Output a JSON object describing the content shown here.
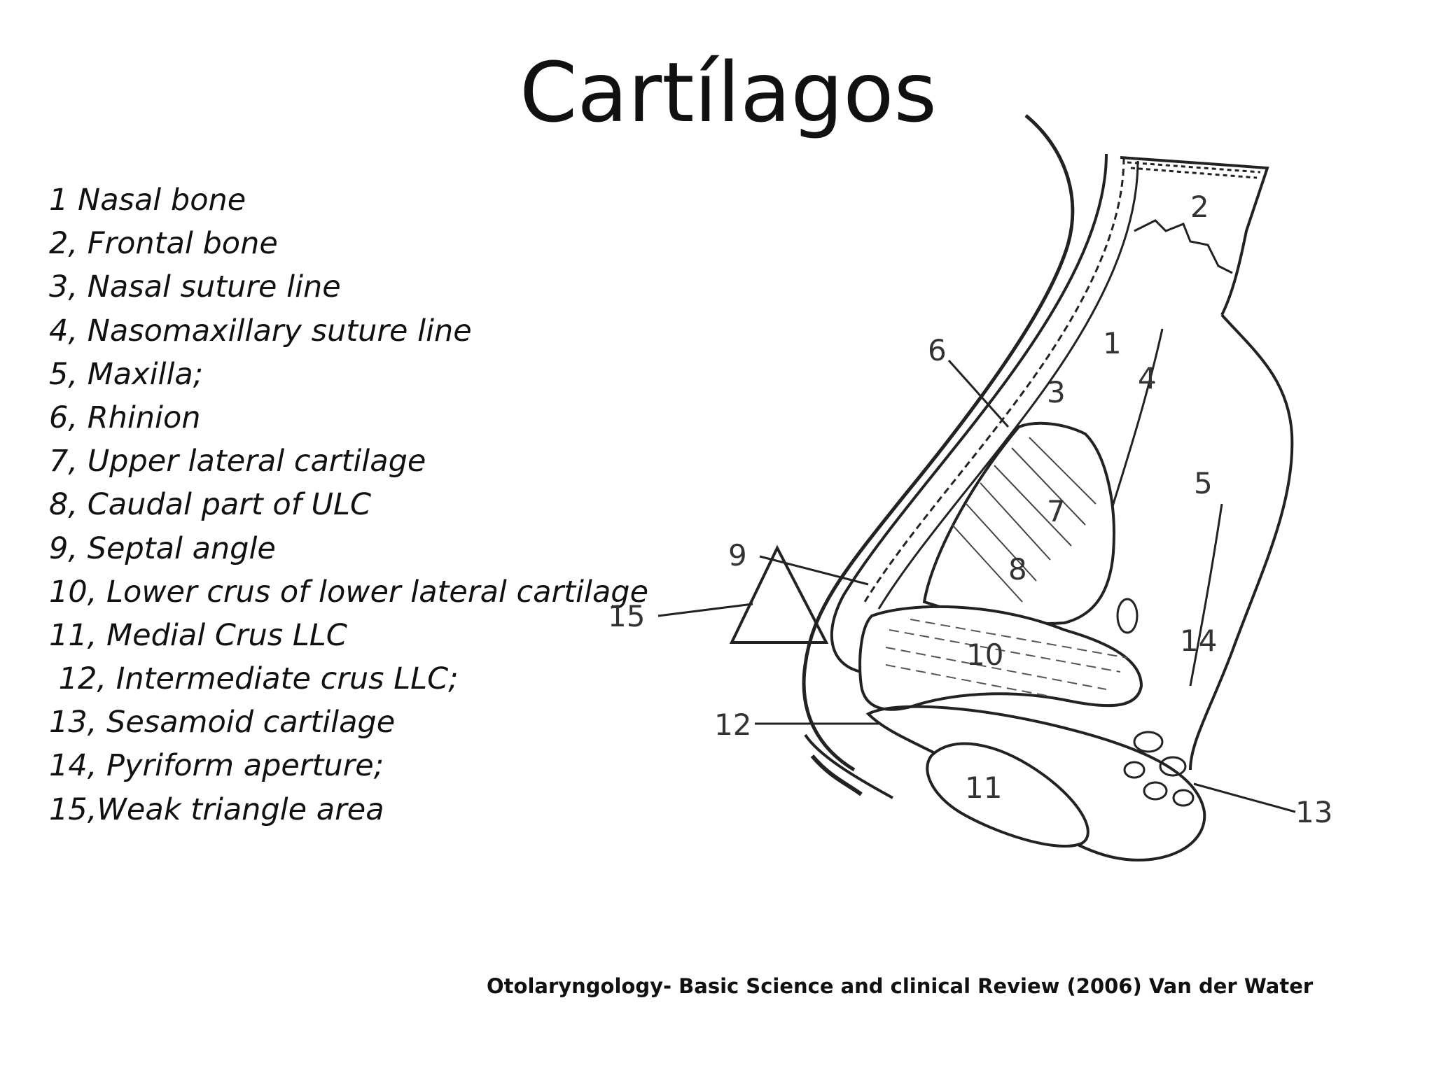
{
  "slide": {
    "title": "Cartílagos",
    "legend": [
      "1 Nasal bone",
      "2, Frontal bone",
      "3, Nasal suture line",
      "4, Nasomaxillary suture line",
      "5, Maxilla;",
      "6, Rhinion",
      "7, Upper lateral cartilage",
      "8, Caudal part of ULC",
      "9, Septal angle",
      "10, Lower crus of lower lateral cartilage",
      "11, Medial Crus LLC",
      " 12, Intermediate crus LLC;",
      "13, Sesamoid cartilage",
      "14, Pyriform aperture;",
      "15,Weak triangle area"
    ],
    "citation": "Otolaryngology- Basic Science and clinical Review (2006) Van der Water"
  },
  "diagram": {
    "labels": {
      "l1": "1",
      "l2": "2",
      "l3": "3",
      "l4": "4",
      "l5": "5",
      "l6": "6",
      "l7": "7",
      "l8": "8",
      "l9": "9",
      "l10": "10",
      "l11": "11",
      "l12": "12",
      "l13": "13",
      "l14": "14",
      "l15": "15"
    }
  }
}
